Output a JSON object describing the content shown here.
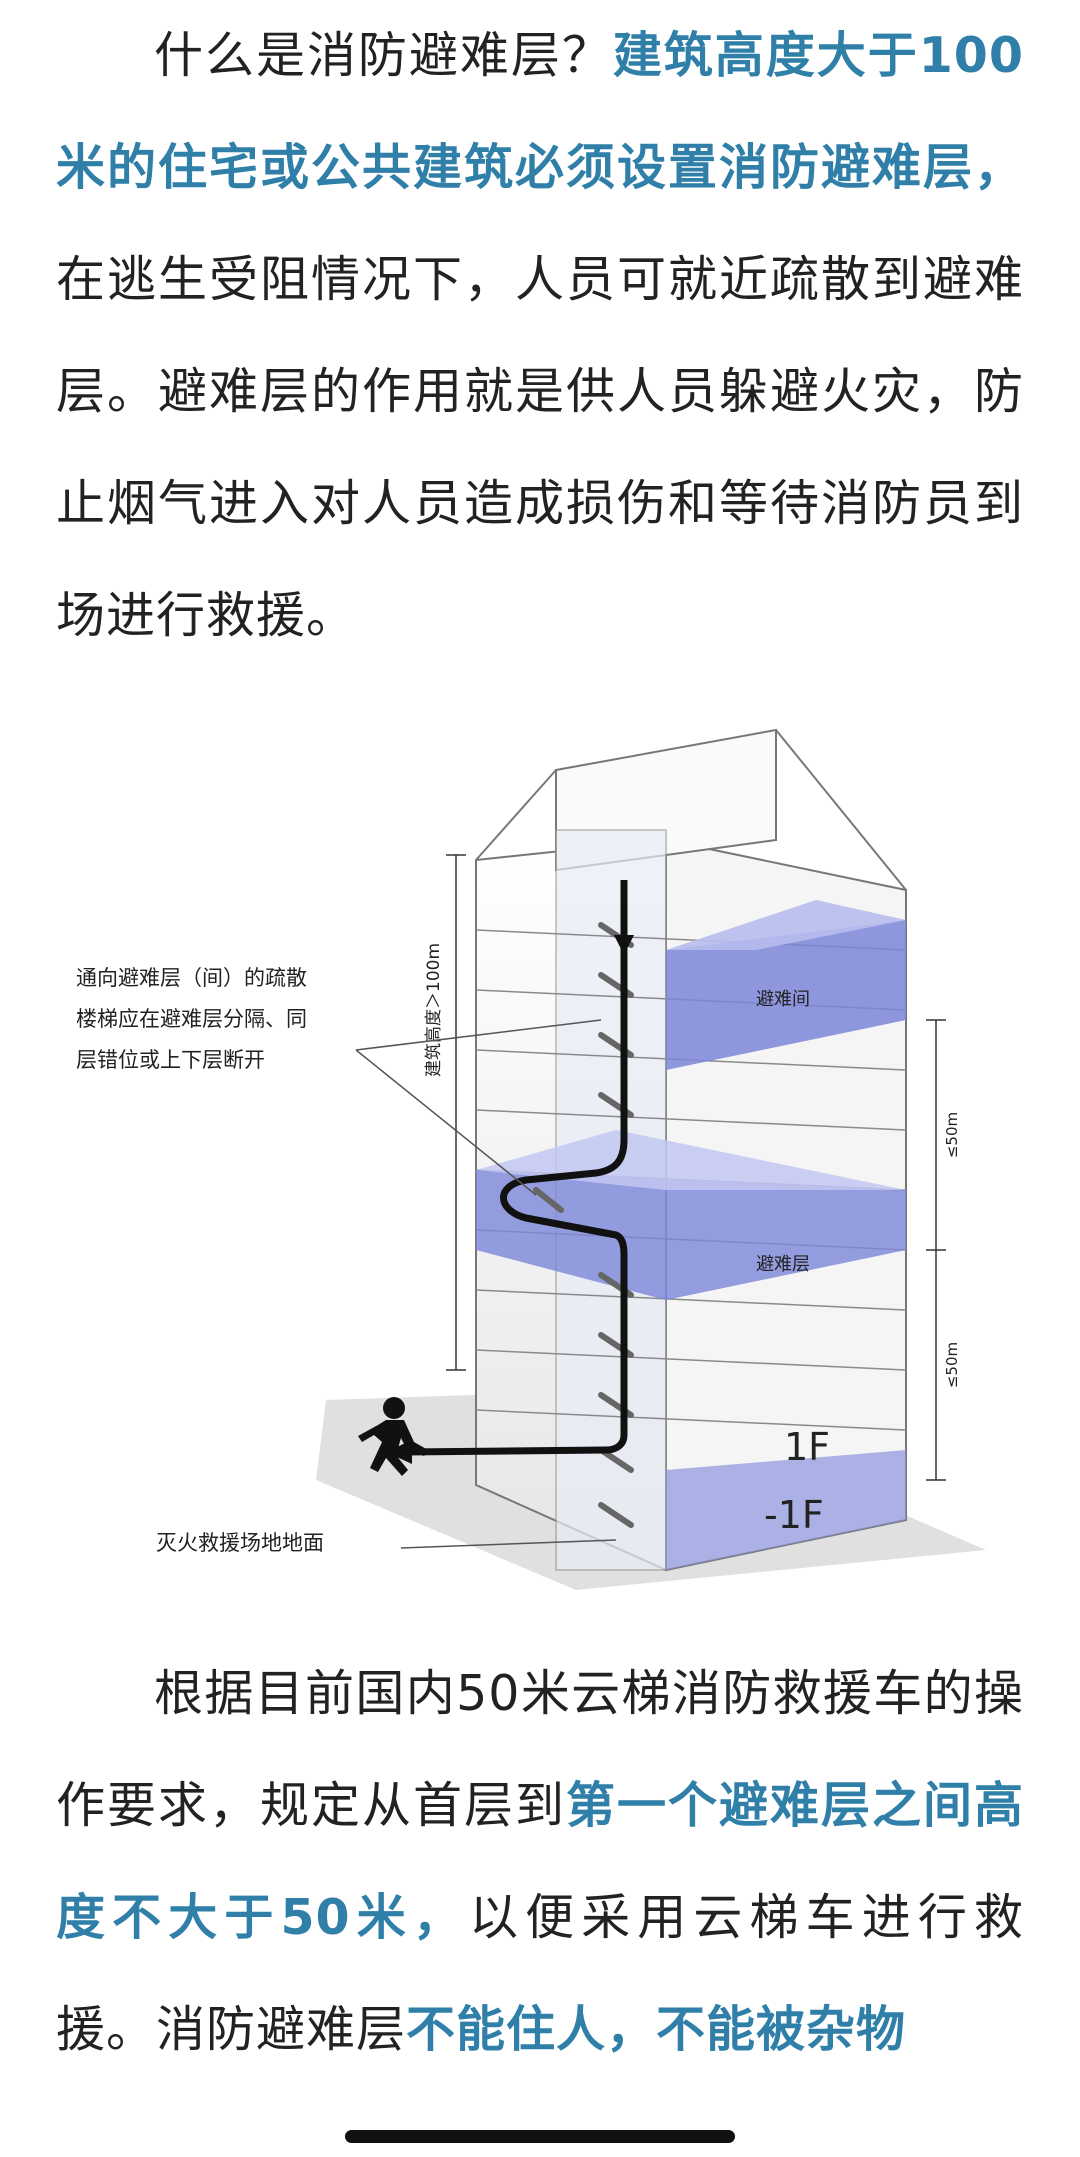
{
  "article": {
    "para1": {
      "t1": "什么是消防避难层？",
      "h1": "建筑高度大于100米的住宅或公共建筑必须设置消防避难层，",
      "t2": "在逃生受阻情况下，人员可就近疏散到避难层。避难层的作用就是供人员躲避火灾，防止烟气进入对人员造成损伤和等待消防员到场进行救援。"
    },
    "para2": {
      "t1": "根据目前国内50米云梯消防救援车的操作要求，规定从首层到",
      "h1": "第一个避难层之间高度不大于50米，",
      "t2": "以便采用云梯车进行救援。消防避难层",
      "h2": "不能住人，不能被杂物"
    }
  },
  "figure": {
    "height_label": "建筑高度＞100m",
    "callout_lines": [
      "通向避难层（间）的疏散",
      "楼梯应在避难层分隔、同",
      "层错位或上下层断开"
    ],
    "refuge_room_label": "避难间",
    "refuge_floor_label": "避难层",
    "dist_upper": "≤50m",
    "dist_lower": "≤50m",
    "floor_1f": "1F",
    "floor_b1": "-1F",
    "ground_label": "灭火救援场地地面"
  },
  "colors": {
    "highlight": "#2f7fa8",
    "refuge_fill": "#7b86d8"
  }
}
